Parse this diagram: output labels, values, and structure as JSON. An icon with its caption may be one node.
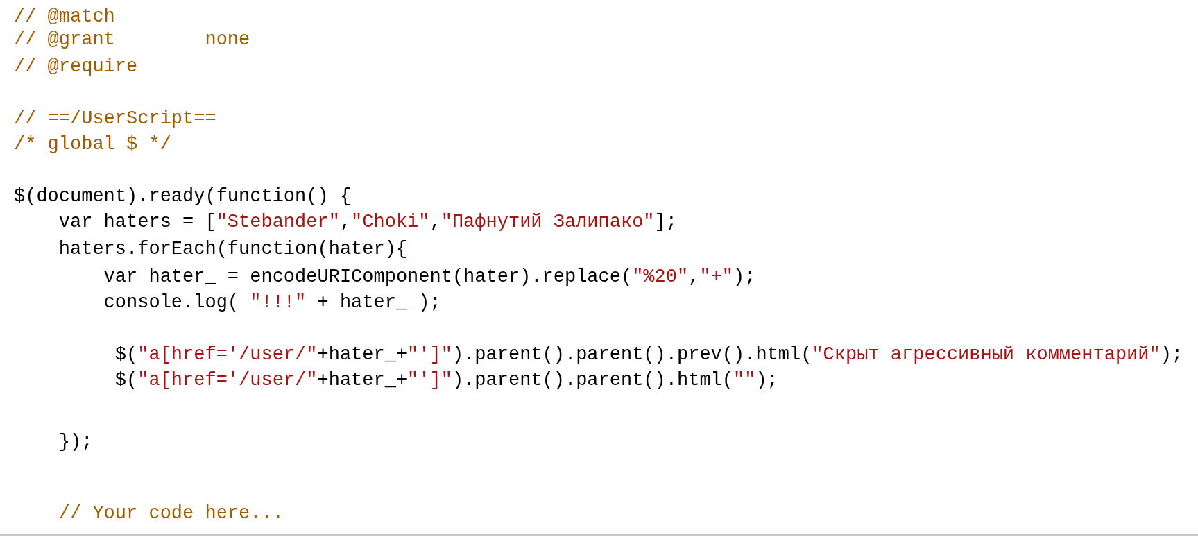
{
  "diagram": {
    "labels": [
      "// @match",
      "// @grant        none",
      "// @require",
      "// ==/UserScript==",
      "/* global $ */",
      "$(document).ready(function() {",
      "    var haters = [\"Stebander\",\"Choki\",\"Пафнутий Залипако\"];",
      "    haters.forEach(function(hater){",
      "        var hater_ = encodeURIComponent(hater).replace(\"%20\",\"+\");",
      "        console.log( \"!!!\" + hater_ );",
      "         $(\"a[href='/user/\"+hater_+\"']\").parent().parent().prev().html(\"Скрыт агрессивный комментарий\");",
      "         $(\"a[href='/user/\"+hater_+\"']\").parent().parent().html(\"\");",
      "    });",
      "    // Your code here..."
    ]
  }
}
